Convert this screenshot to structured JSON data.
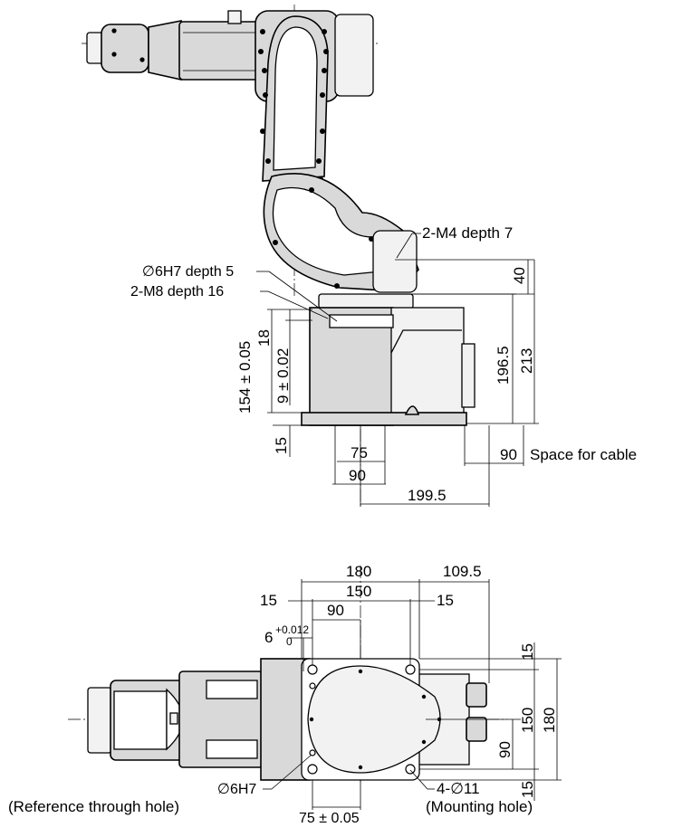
{
  "side_view": {
    "dims": {
      "m4": "2-M4 depth 7",
      "h40": "40",
      "phi6_depth": "∅6H7 depth 5",
      "m8": "2-M8 depth 16",
      "v154": "154 ± 0.05",
      "v18": "18",
      "v9": "9 ± 0.02",
      "v196": "196.5",
      "v213": "213",
      "v15": "15",
      "h75": "75",
      "h90": "90",
      "h199": "199.5",
      "cable90": "90",
      "space_cable": "Space for cable"
    }
  },
  "top_view": {
    "dims": {
      "d180": "180",
      "d109": "109.5",
      "d150": "150",
      "d15a": "15",
      "d15b": "15",
      "d90": "90",
      "tol_base": "6",
      "tol_upper": "+0.012",
      "tol_lower": "0",
      "r15a": "15",
      "r150": "150",
      "r180": "180",
      "r90": "90",
      "r15b": "15",
      "phi6": "∅6H7",
      "ref_hole": "(Reference through hole)",
      "d75": "75 ± 0.05",
      "mount_count": "4-∅11",
      "mount_hole": "(Mounting hole)"
    }
  }
}
